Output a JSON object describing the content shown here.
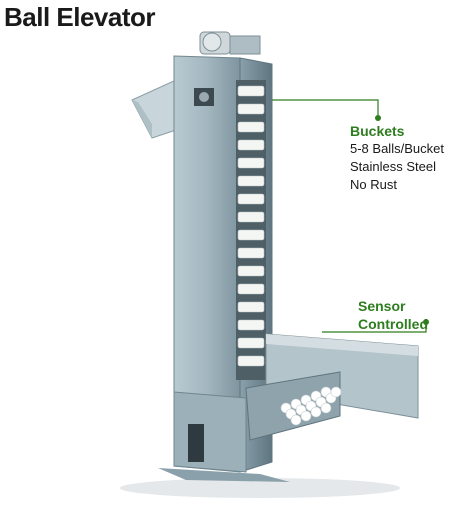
{
  "title": "Ball Elevator",
  "callouts": {
    "buckets": {
      "heading": "Buckets",
      "lines": [
        "5-8 Balls/Bucket",
        "Stainless Steel",
        "No Rust"
      ]
    },
    "sensor": {
      "heading": "Sensor Controlled"
    }
  },
  "colors": {
    "accent_green": "#2e7d1f",
    "machine_steel": "#9fb3bd",
    "machine_dark": "#6f8791"
  }
}
